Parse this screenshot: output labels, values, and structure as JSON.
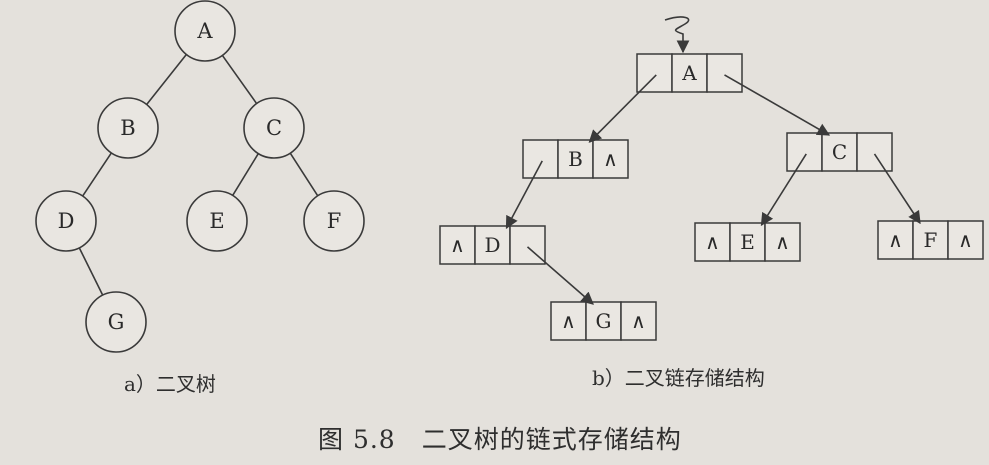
{
  "tree": {
    "caption": "a）二叉树",
    "nodes": [
      {
        "id": "A",
        "label": "A"
      },
      {
        "id": "B",
        "label": "B"
      },
      {
        "id": "C",
        "label": "C"
      },
      {
        "id": "D",
        "label": "D"
      },
      {
        "id": "E",
        "label": "E"
      },
      {
        "id": "F",
        "label": "F"
      },
      {
        "id": "G",
        "label": "G"
      }
    ],
    "edges": [
      [
        "A",
        "B"
      ],
      [
        "A",
        "C"
      ],
      [
        "B",
        "D"
      ],
      [
        "C",
        "E"
      ],
      [
        "C",
        "F"
      ],
      [
        "D",
        "G"
      ]
    ]
  },
  "linked": {
    "caption": "b）二叉链存储结构",
    "null_symbol": "∧",
    "nodes": [
      {
        "id": "A",
        "left": "ptr",
        "data": "A",
        "right": "ptr"
      },
      {
        "id": "B",
        "left": "ptr",
        "data": "B",
        "right": "∧"
      },
      {
        "id": "C",
        "left": "ptr",
        "data": "C",
        "right": "ptr"
      },
      {
        "id": "D",
        "left": "∧",
        "data": "D",
        "right": "ptr"
      },
      {
        "id": "E",
        "left": "∧",
        "data": "E",
        "right": "∧"
      },
      {
        "id": "F",
        "left": "∧",
        "data": "F",
        "right": "∧"
      },
      {
        "id": "G",
        "left": "∧",
        "data": "G",
        "right": "∧"
      }
    ],
    "links": [
      [
        "A",
        "B"
      ],
      [
        "A",
        "C"
      ],
      [
        "B",
        "D"
      ],
      [
        "C",
        "E"
      ],
      [
        "C",
        "F"
      ],
      [
        "D",
        "G"
      ]
    ]
  },
  "figure": {
    "caption": "图 5.8　二叉树的链式存储结构"
  }
}
